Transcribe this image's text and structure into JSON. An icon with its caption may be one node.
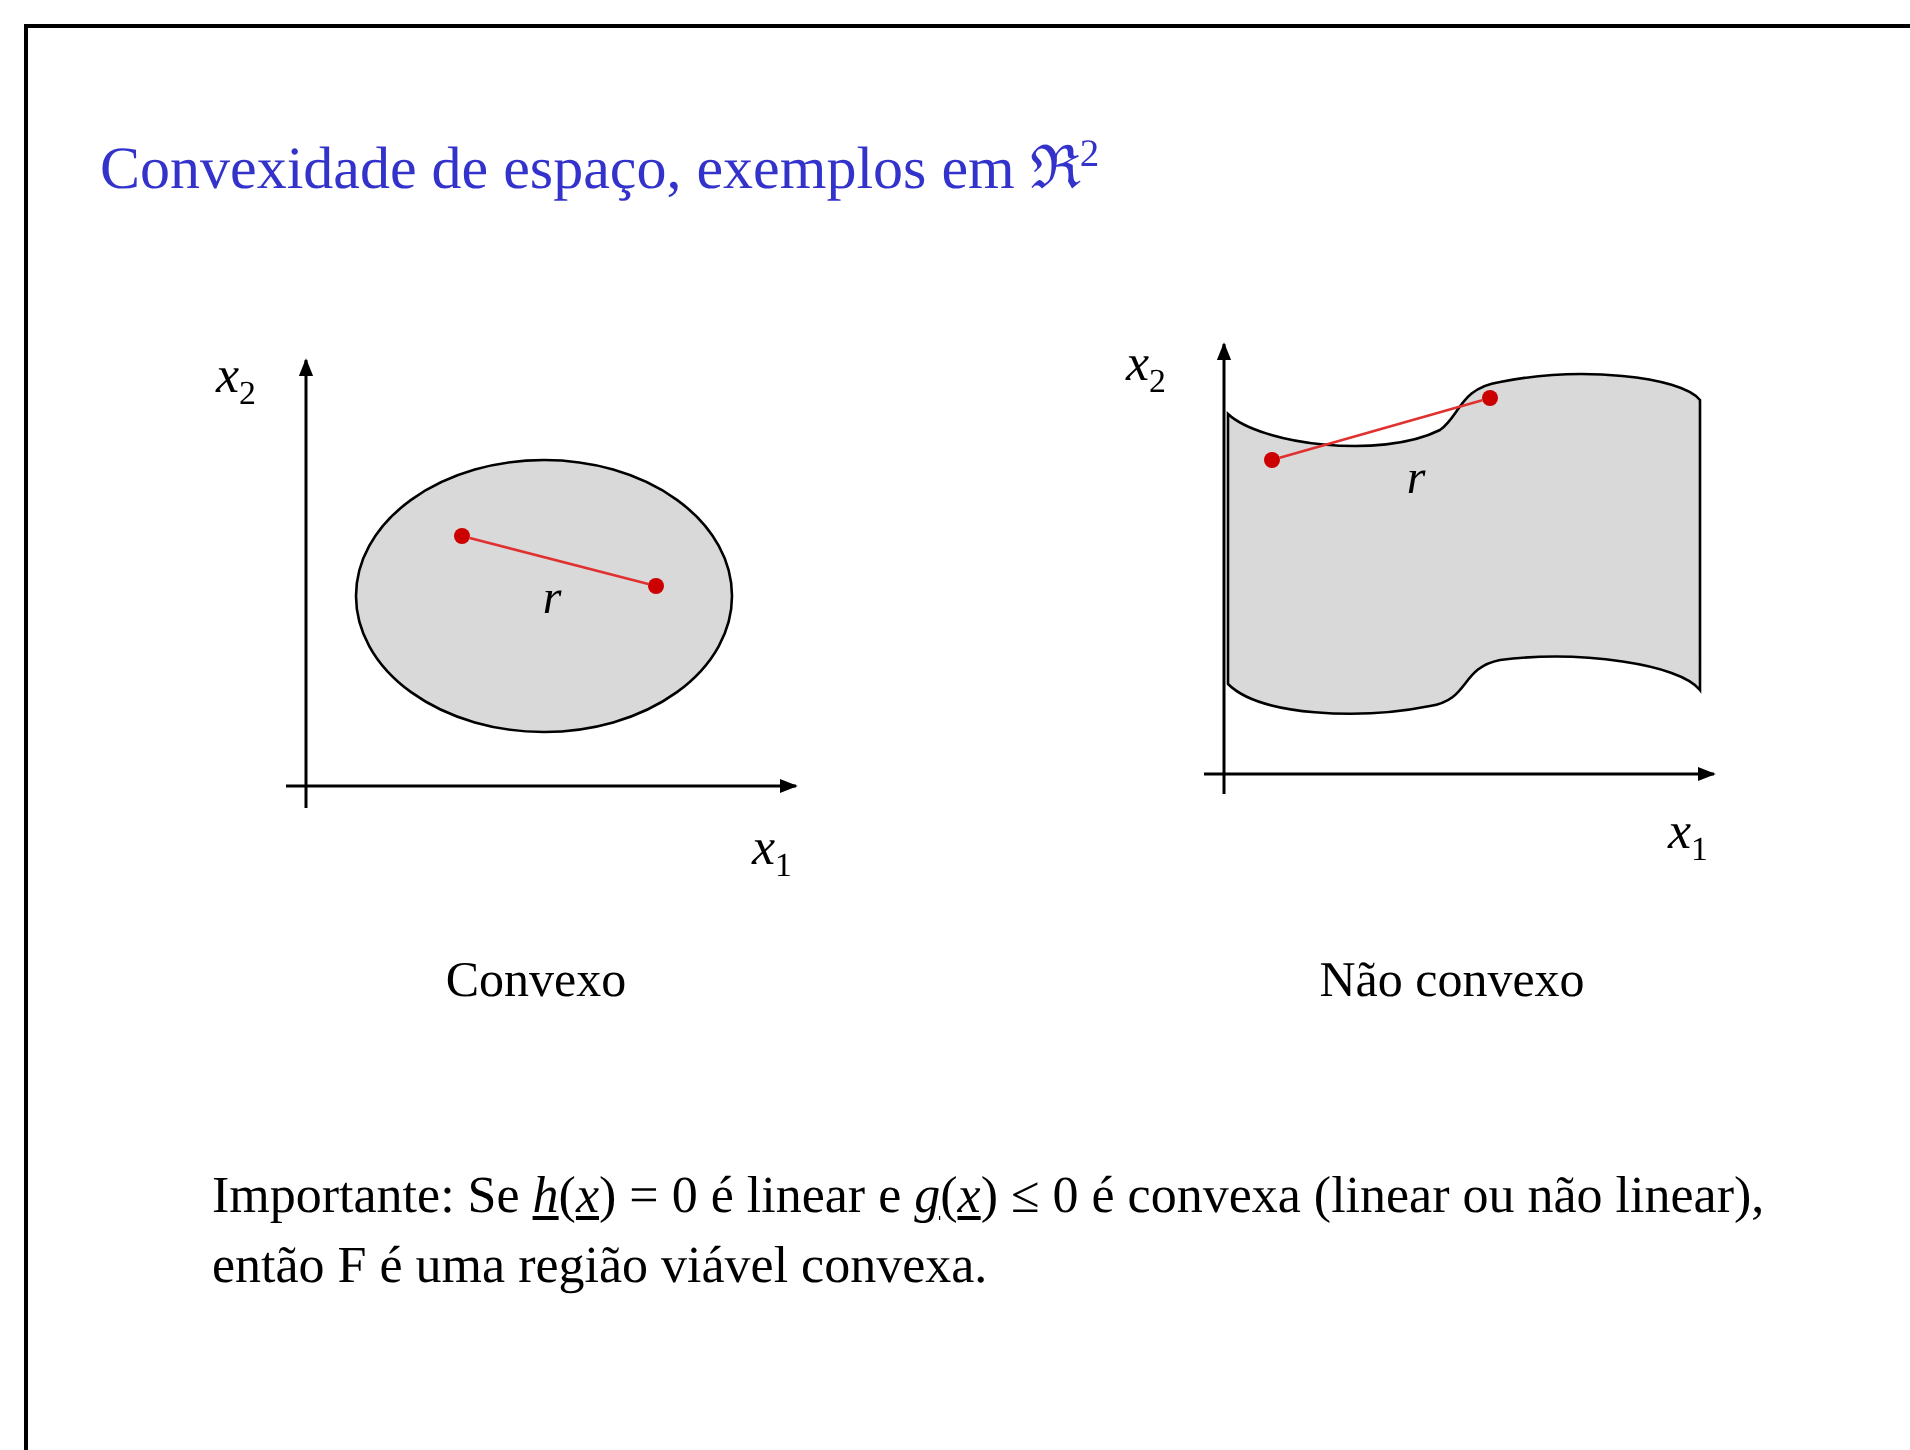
{
  "diagram": {
    "title": "Convexidade de espaço, exemplos em ℜ$^{2}$",
    "nodes": [
      {
        "text": [],
        "shape": "ellipse"
      },
      {
        "text": [],
        "shape": "circle",
        "in": 0
      },
      {
        "text": [],
        "shape": "circle",
        "in": 0
      },
      {
        "text": [],
        "shape": "region"
      },
      {
        "text": [],
        "shape": "circle",
        "in": 3
      },
      {
        "text": [],
        "shape": "circle",
        "in": 3
      }
    ],
    "edges": [
      {
        "from": 1,
        "to": 2,
        "arrow": "none",
        "label": "*r*"
      },
      {
        "from": 4,
        "to": 5,
        "arrow": "none",
        "label": "*r*"
      }
    ],
    "labels": [
      "*x*$_{2}$",
      "*x*$_{1}$",
      "*x*$_{2}$",
      "*x*$_{1}$",
      "Convexo",
      "Não convexo",
      "Importante: Se *h*(*x*) = 0 é linear e *g*(*x*) ≤ 0 é convexa (linear ou não linear), então F é uma região viável convexa."
    ]
  }
}
